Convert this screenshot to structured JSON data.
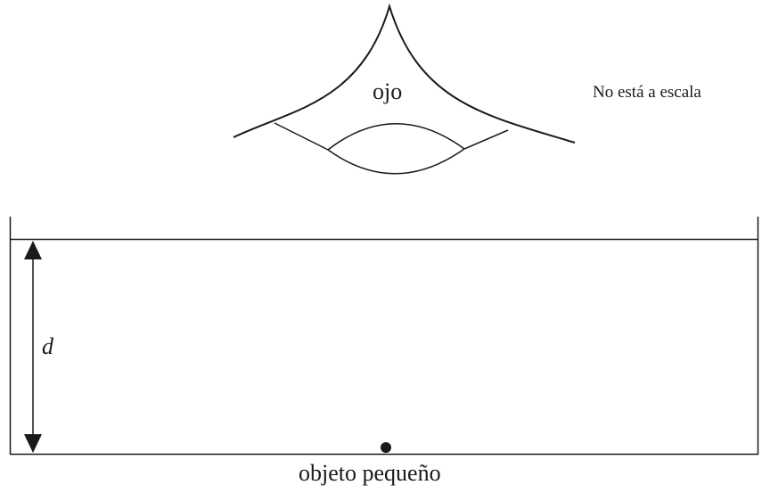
{
  "diagram": {
    "eye_label": "ojo",
    "scale_note": "No está a escala",
    "depth_label": "d",
    "object_label": "objeto pequeño"
  },
  "colors": {
    "stroke": "#1a1a1a",
    "background": "#ffffff"
  }
}
